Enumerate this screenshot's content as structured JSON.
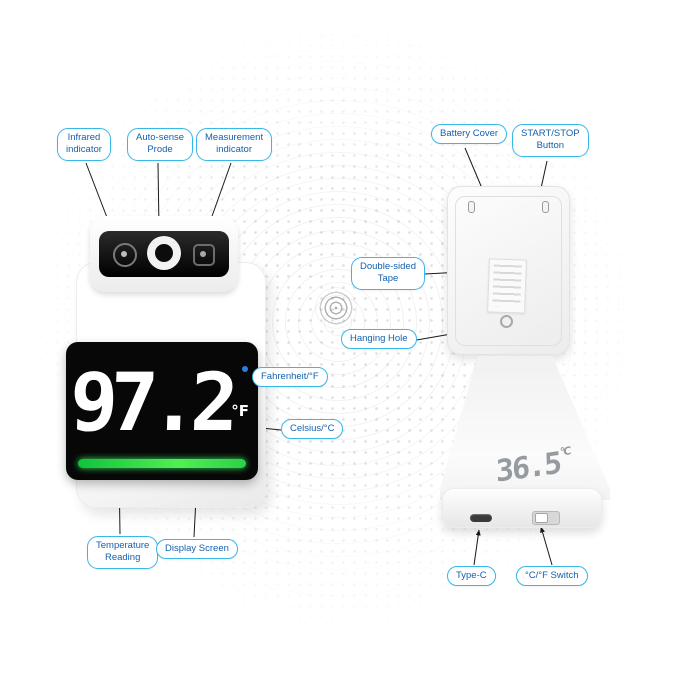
{
  "theme": {
    "label_border": "#38b7e9",
    "label_text": "#1460ad",
    "arrow_color": "#1a1a1a",
    "green_bar": "#2fe05a",
    "indicator_dot": "#2a7de1",
    "display_bg": "#070707",
    "digit_color": "#ffffff"
  },
  "front_display": {
    "value": "97.2",
    "unit": "°F"
  },
  "bottom_display": {
    "value": "36.5",
    "unit": "°C"
  },
  "labels": {
    "infrared": "Infrared\nindicator",
    "autosense": "Auto-sense\nProde",
    "measurement": "Measurement\nindicator",
    "battery_cover": "Battery Cover",
    "start_stop": "START/STOP\nButton",
    "double_sided_tape": "Double-sided\nTape",
    "hanging_hole": "Hanging Hole",
    "fahrenheit": "Fahrenheit/°F",
    "celsius": "Celsius/°C",
    "temperature_reading": "Temperature\nReading",
    "display_screen": "Display Screen",
    "type_c": "Type-C",
    "cf_switch": "°C/°F Switch"
  }
}
